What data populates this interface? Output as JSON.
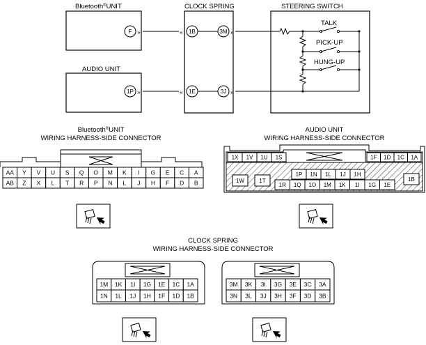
{
  "top": {
    "bluetooth_title": "Bluetooth",
    "bluetooth_title_suffix": "UNIT",
    "audio_title": "AUDIO UNIT",
    "clock_title": "CLOCK SPRING",
    "steering_title": "STEERING SWITCH",
    "pin_bt": "F",
    "pin_audio": "1P",
    "pin_cs_left_top": "1B",
    "pin_cs_right_top": "3M",
    "pin_cs_left_bottom": "1E",
    "pin_cs_right_bottom": "3J",
    "sw_talk": "TALK",
    "sw_pickup": "PICK-UP",
    "sw_hungup": "HUNG-UP"
  },
  "bt_connector": {
    "title_line1": "Bluetooth",
    "title_line1_suffix": "UNIT",
    "title_line2": "WIRING HARNESS-SIDE CONNECTOR",
    "row1": [
      "AA",
      "Y",
      "V",
      "U",
      "S",
      "Q",
      "O",
      "M",
      "K",
      "I",
      "G",
      "E",
      "C",
      "A"
    ],
    "row2": [
      "AB",
      "Z",
      "X",
      "L",
      "T",
      "R",
      "P",
      "N",
      "L",
      "J",
      "H",
      "F",
      "D",
      "B"
    ]
  },
  "audio_connector": {
    "title_line1": "AUDIO UNIT",
    "title_line2": "WIRING HARNESS-SIDE CONNECTOR",
    "top_left": [
      "1X",
      "1V",
      "1U",
      "1S"
    ],
    "top_right": [
      "1F",
      "1D",
      "1C",
      "1A"
    ],
    "mid": [
      "1P",
      "1N",
      "1L",
      "1J",
      "1H"
    ],
    "bottom": [
      "1R",
      "1Q",
      "1O",
      "1M",
      "1K",
      "1I",
      "1G",
      "1E"
    ],
    "left_w": "1W",
    "left_t": "1T",
    "right_b": "1B"
  },
  "clock_connector": {
    "title_line1": "CLOCK SPRING",
    "title_line2": "WIRING HARNESS-SIDE CONNECTOR",
    "left_row1": [
      "1M",
      "1K",
      "1I",
      "1G",
      "1E",
      "1C",
      "1A"
    ],
    "left_row2": [
      "1N",
      "1L",
      "1J",
      "1H",
      "1F",
      "1D",
      "1B"
    ],
    "right_row1": [
      "3M",
      "3K",
      "3I",
      "3G",
      "3E",
      "3C",
      "3A"
    ],
    "right_row2": [
      "3N",
      "3L",
      "3J",
      "3H",
      "3F",
      "3D",
      "3B"
    ]
  }
}
